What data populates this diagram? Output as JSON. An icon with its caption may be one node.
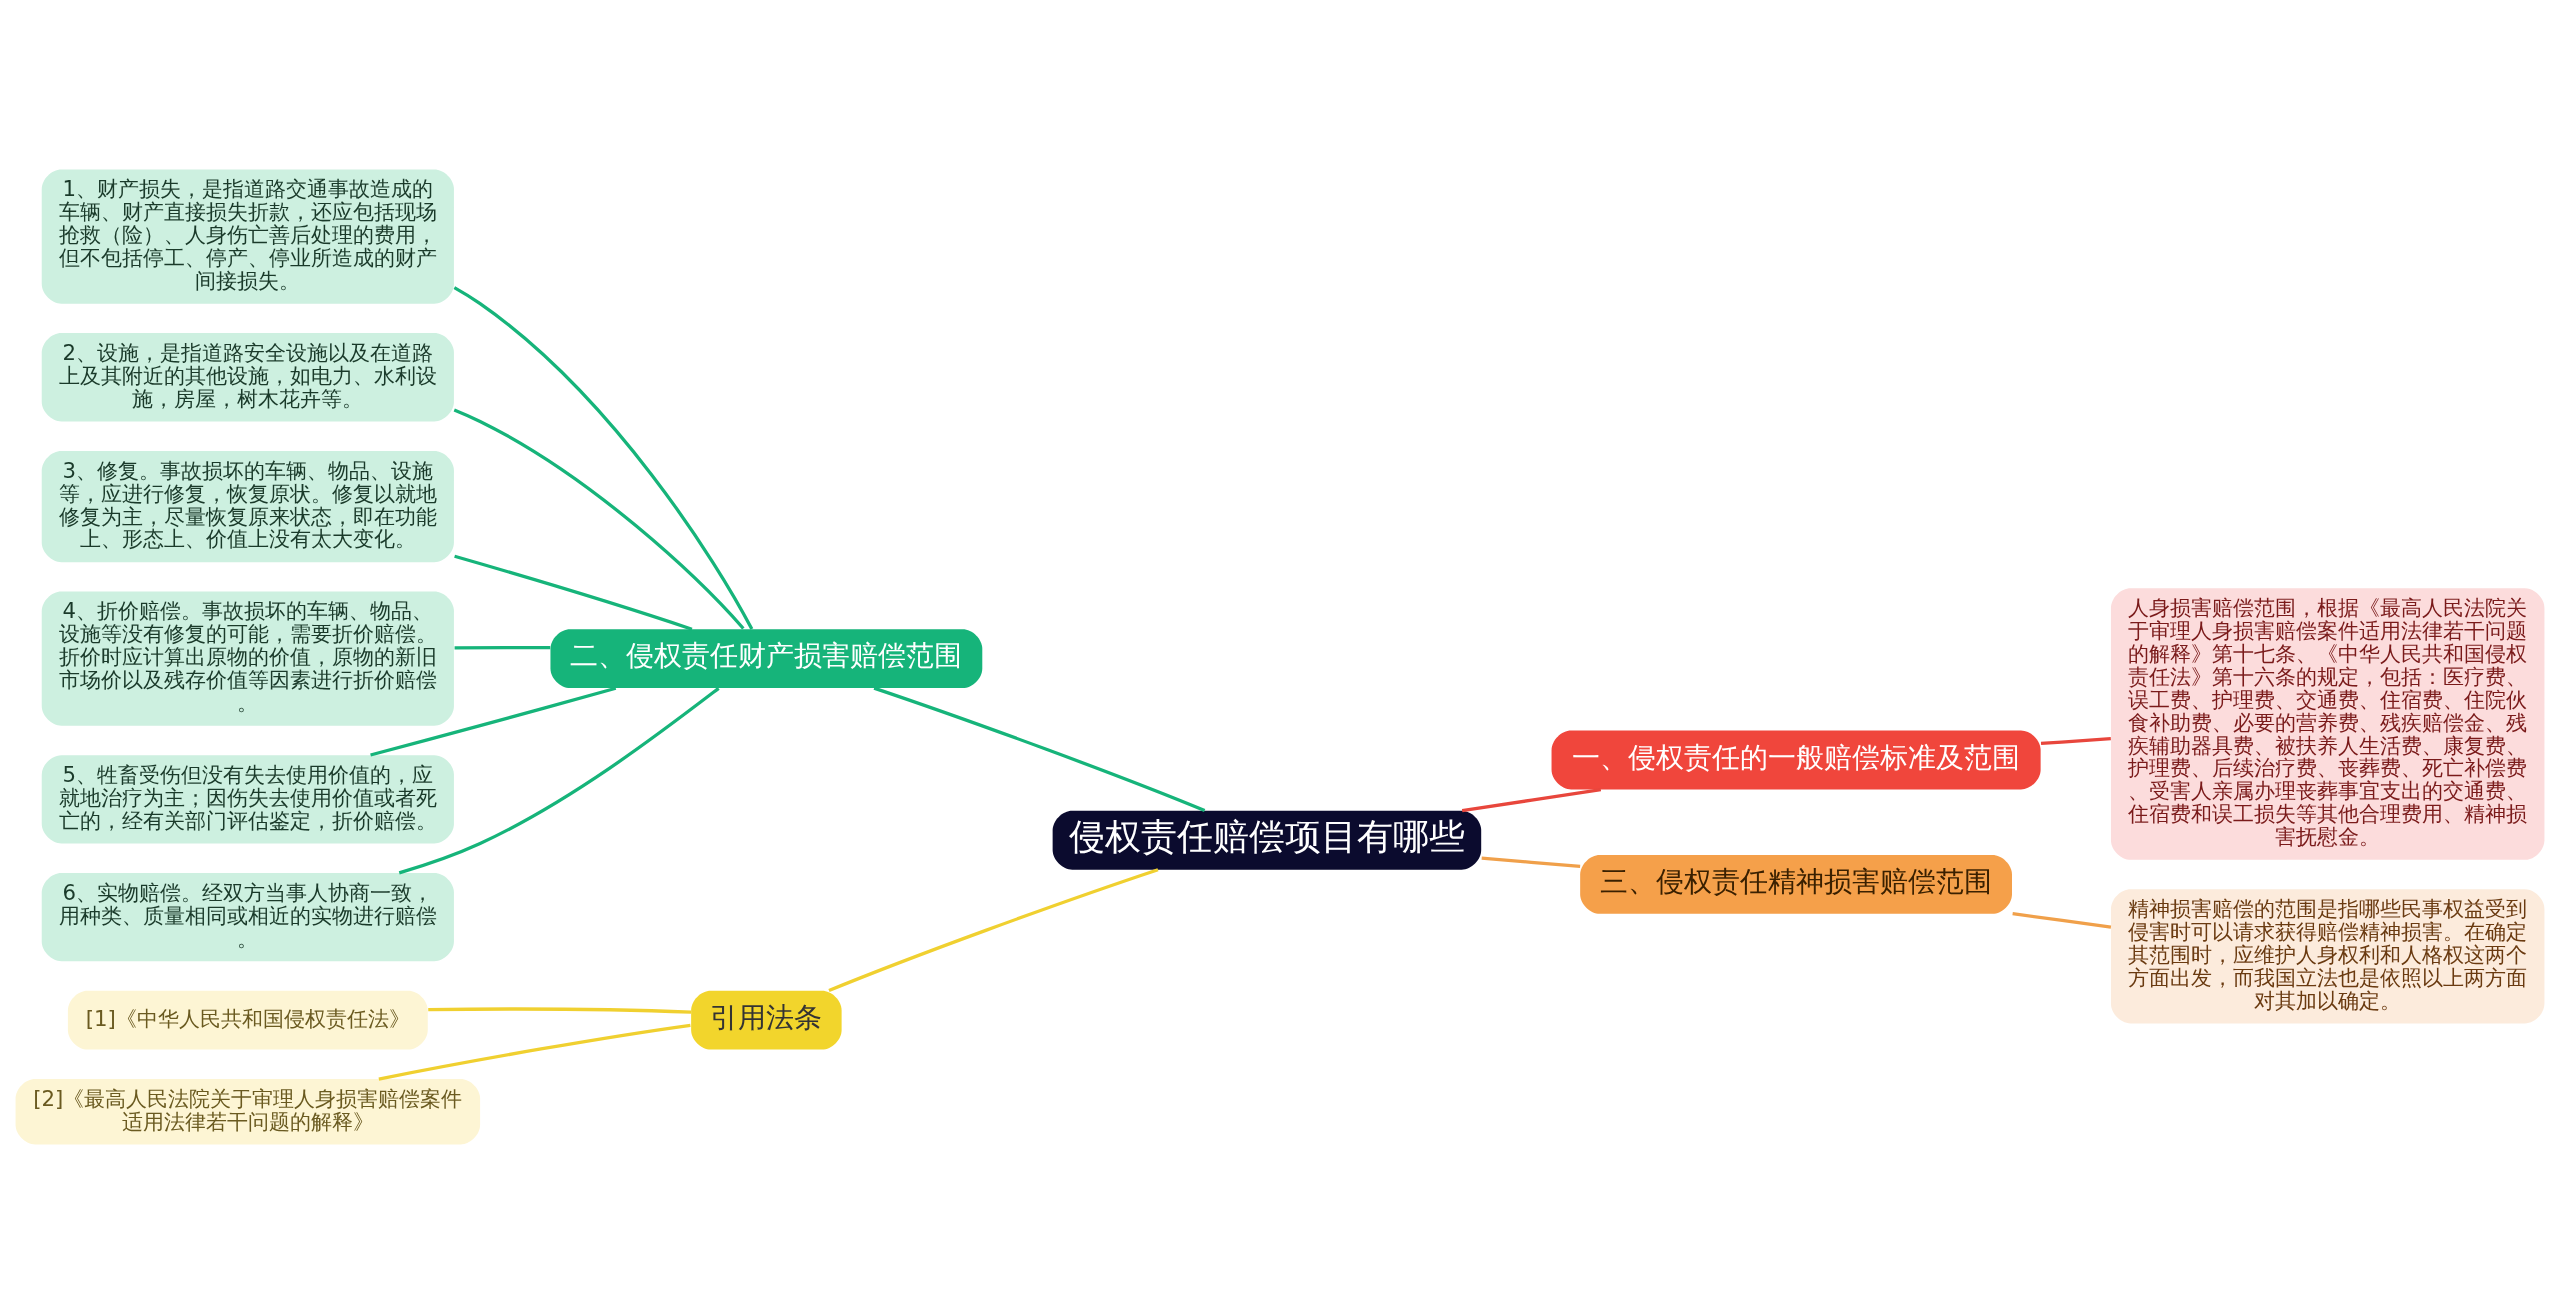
{
  "diagram": {
    "nodes": [
      {
        "text": [
          "侵权责任赔偿项目有哪些"
        ]
      },
      {
        "text": [
          "一、侵权责任的一般赔偿标准及范围"
        ]
      },
      {
        "text": [
          "人身损害赔偿范围，根据《最高人民法院关于审理人身损害赔偿案件适用法律若干问题的解释》第十七条、《中华人民共和国侵权责任法》第十六条的规定，包括：医疗费、误工费、护理费、交通费、住宿费、住院伙食补助费、必要的营养费、残疾赔偿金、残疾辅助器具费、被扶养人生活费、康复费、护理费、后续治疗费、丧葬费、死亡补偿费、受害人亲属办理丧葬事宜支出的交通费、住宿费和误工损失等其他合理费用、精神损害抚慰金。"
        ]
      },
      {
        "text": [
          "二、侵权责任财产损害赔偿范围"
        ]
      },
      {
        "text": [
          "1、财产损失，是指道路交通事故造成的车辆、财产直接损失折款，还应包括现场抢救（险）、人身伤亡善后处理的费用，但不包括停工、停产、停业所造成的财产间接损失。"
        ]
      },
      {
        "text": [
          "2、设施，是指道路安全设施以及在道路上及其附近的其他设施，如电力、水利设施，房屋，树木花卉等。"
        ]
      },
      {
        "text": [
          "3、修复。事故损坏的车辆、物品、设施等，应进行修复，恢复原状。修复以就地修复为主，尽量恢复原来状态，即在功能上、形态上、价值上没有太大变化。"
        ]
      },
      {
        "text": [
          "4、折价赔偿。事故损坏的车辆、物品、设施等没有修复的可能，需要折价赔偿。折价时应计算出原物的价值，原物的新旧市场价以及残存价值等因素进行折价赔偿。"
        ]
      },
      {
        "text": [
          "5、牲畜受伤但没有失去使用价值的，应就地治疗为主；因伤失去使用价值或者死亡的，经有关部门评估鉴定，折价赔偿。"
        ]
      },
      {
        "text": [
          "6、实物赔偿。经双方当事人协商一致，用种类、质量相同或相近的实物进行赔偿。"
        ]
      },
      {
        "text": [
          "三、侵权责任精神损害赔偿范围"
        ]
      },
      {
        "text": [
          "精神损害赔偿的范围是指哪些民事权益受到侵害时可以请求获得赔偿精神损害。在确定其范围时，应维护人身权利和人格权这两个方面出发，而我国立法也是依照以上两方面对其加以确定。"
        ]
      },
      {
        "text": [
          "引用法条"
        ]
      },
      {
        "text": [
          "[1]《中华人民共和国侵权责任法》"
        ]
      },
      {
        "text": [
          "[2]《最高人民法院关于审理人身损害赔偿案件适用法律若干问题的解释》"
        ]
      }
    ],
    "edges": [
      {
        "from": 0,
        "to": 1,
        "arrow": "none",
        "color": "#e8463c"
      },
      {
        "from": 1,
        "to": 2,
        "arrow": "none",
        "color": "#e8463c"
      },
      {
        "from": 0,
        "to": 3,
        "arrow": "none"
      },
      {
        "from": 3,
        "to": 4,
        "arrow": "none"
      },
      {
        "from": 3,
        "to": 5,
        "arrow": "none"
      },
      {
        "from": 3,
        "to": 6,
        "arrow": "none"
      },
      {
        "from": 3,
        "to": 7,
        "arrow": "none"
      },
      {
        "from": 3,
        "to": 8,
        "arrow": "none"
      },
      {
        "from": 3,
        "to": 9,
        "arrow": "none"
      },
      {
        "from": 0,
        "to": 10,
        "arrow": "none",
        "color": "#f0a04a"
      },
      {
        "from": 10,
        "to": 11,
        "arrow": "none",
        "color": "#f0a04a"
      },
      {
        "from": 0,
        "to": 12,
        "arrow": "none",
        "color": "#f0d030"
      },
      {
        "from": 12,
        "to": 13,
        "arrow": "none",
        "color": "#f0d030"
      },
      {
        "from": 12,
        "to": 14,
        "arrow": "none",
        "color": "#f0d030"
      }
    ]
  }
}
